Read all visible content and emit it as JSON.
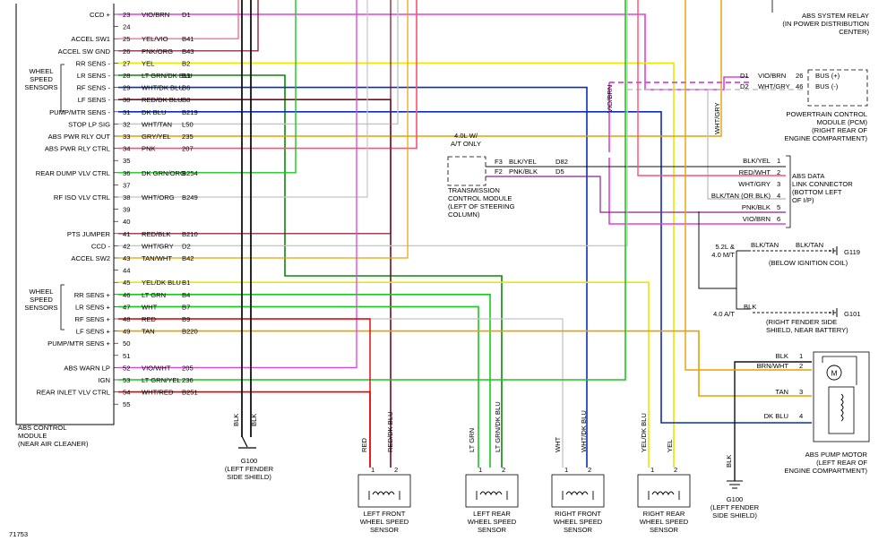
{
  "module": {
    "pins": [
      {
        "n": "23",
        "label": "CCD +",
        "wire": "VIO/BRN",
        "circuit": "D1"
      },
      {
        "n": "24",
        "label": "",
        "wire": "",
        "circuit": ""
      },
      {
        "n": "25",
        "label": "ACCEL SW1",
        "wire": "YEL/VIO",
        "circuit": "B41"
      },
      {
        "n": "26",
        "label": "ACCEL SW GND",
        "wire": "PNK/ORG",
        "circuit": "B43"
      },
      {
        "n": "27",
        "label": "RR SENS -",
        "wire": "YEL",
        "circuit": "B2"
      },
      {
        "n": "28",
        "label": "LR SENS -",
        "wire": "LT GRN/DK BLU",
        "circuit": "B3"
      },
      {
        "n": "29",
        "label": "RF SENS -",
        "wire": "WHT/DK BLU",
        "circuit": "B6"
      },
      {
        "n": "30",
        "label": "LF SENS -",
        "wire": "RED/DK BLU",
        "circuit": "B8"
      },
      {
        "n": "31",
        "label": "PUMP/MTR SENS -",
        "wire": "DK BLU",
        "circuit": "B219"
      },
      {
        "n": "32",
        "label": "STOP LP SIG",
        "wire": "WHT/TAN",
        "circuit": "L50"
      },
      {
        "n": "33",
        "label": "ABS PWR RLY OUT",
        "wire": "GRY/YEL",
        "circuit": "235"
      },
      {
        "n": "34",
        "label": "ABS PWR RLY CTRL",
        "wire": "PNK",
        "circuit": "207"
      },
      {
        "n": "35",
        "label": "",
        "wire": "",
        "circuit": ""
      },
      {
        "n": "36",
        "label": "REAR DUMP VLV CTRL",
        "wire": "DK GRN/ORG",
        "circuit": "B254"
      },
      {
        "n": "37",
        "label": "",
        "wire": "",
        "circuit": ""
      },
      {
        "n": "38",
        "label": "RF ISO VLV CTRL",
        "wire": "WHT/ORG",
        "circuit": "B249"
      },
      {
        "n": "39",
        "label": "",
        "wire": "",
        "circuit": ""
      },
      {
        "n": "40",
        "label": "",
        "wire": "",
        "circuit": ""
      },
      {
        "n": "41",
        "label": "PTS JUMPER",
        "wire": "RED/BLK",
        "circuit": "B210"
      },
      {
        "n": "42",
        "label": "CCD -",
        "wire": "WHT/GRY",
        "circuit": "D2"
      },
      {
        "n": "43",
        "label": "ACCEL SW2",
        "wire": "TAN/WHT",
        "circuit": "B42"
      },
      {
        "n": "44",
        "label": "",
        "wire": "",
        "circuit": ""
      },
      {
        "n": "45",
        "label": "",
        "wire": "YEL/DK BLU",
        "circuit": "B1"
      },
      {
        "n": "46",
        "label": "RR SENS +",
        "wire": "LT GRN",
        "circuit": "B4"
      },
      {
        "n": "47",
        "label": "LR SENS +",
        "wire": "WHT",
        "circuit": "B7"
      },
      {
        "n": "48",
        "label": "RF SENS +",
        "wire": "RED",
        "circuit": "B9"
      },
      {
        "n": "49",
        "label": "LF SENS +",
        "wire": "TAN",
        "circuit": "B220"
      },
      {
        "n": "50",
        "label": "PUMP/MTR SENS +",
        "wire": "",
        "circuit": ""
      },
      {
        "n": "51",
        "label": "",
        "wire": "",
        "circuit": ""
      },
      {
        "n": "52",
        "label": "ABS WARN LP",
        "wire": "VIO/WHT",
        "circuit": "205"
      },
      {
        "n": "53",
        "label": "IGN",
        "wire": "LT GRN/YEL",
        "circuit": "236"
      },
      {
        "n": "54",
        "label": "REAR INLET VLV CTRL",
        "wire": "WHT/RED",
        "circuit": "B251"
      },
      {
        "n": "55",
        "label": "",
        "wire": "",
        "circuit": ""
      }
    ],
    "wss_group_label": [
      "WHEEL",
      "SPEED",
      "SENSORS"
    ],
    "name": [
      "ABS CONTROL",
      "MODULE",
      "(NEAR AIR CLEANER)"
    ]
  },
  "ground_left": {
    "wire1": "BLK",
    "wire2": "BLK",
    "name": [
      "G100",
      "(LEFT FENDER",
      "SIDE SHIELD)"
    ]
  },
  "relay": {
    "title": [
      "ABS SYSTEM RELAY",
      "(IN POWER DISTRIBUTION",
      "CENTER)"
    ]
  },
  "pcm": {
    "rows": [
      {
        "circuit": "D1",
        "wire": "VIO/BRN",
        "pin": "26",
        "label": "BUS (+)"
      },
      {
        "circuit": "D2",
        "wire": "WHT/GRY",
        "pin": "46",
        "label": "BUS (-)"
      }
    ],
    "title": [
      "POWERTRAIN CONTROL",
      "MODULE (PCM)",
      "(RIGHT REAR OF",
      "ENGINE COMPARTMENT)"
    ]
  },
  "vertical_labels": {
    "vio_brn": "VIO/BRN",
    "wht_gry": "WHT/GRY"
  },
  "tcm": {
    "header": [
      "4.0L W/",
      "A/T ONLY"
    ],
    "rows": [
      {
        "pin": "F3",
        "wire": "BLK/YEL",
        "circuit": "D82"
      },
      {
        "pin": "F2",
        "wire": "PNK/BLK",
        "circuit": "D5"
      }
    ],
    "title": [
      "TRANSMISSION",
      "CONTROL MODULE",
      "(LEFT OF STEERING",
      "COLUMN)"
    ]
  },
  "dlc": {
    "rows": [
      {
        "wire": "BLK/YEL",
        "pin": "1"
      },
      {
        "wire": "RED/WHT",
        "pin": "2"
      },
      {
        "wire": "WHT/GRY",
        "pin": "3"
      },
      {
        "wire": "BLK/TAN (OR BLK)",
        "pin": "4"
      },
      {
        "wire": "PNK/BLK",
        "pin": "5"
      },
      {
        "wire": "VIO/BRN",
        "pin": "6"
      }
    ],
    "title": [
      "ABS DATA",
      "LINK CONNECTOR",
      "(BOTTOM LEFT",
      "OF I/P)"
    ]
  },
  "g119": {
    "cond": [
      "5.2L &",
      "4.0 M/T"
    ],
    "wire1": "BLK/TAN",
    "wire2": "BLK/TAN",
    "name": "G119",
    "loc": "(BELOW IGNITION COIL)"
  },
  "g101": {
    "cond": "4.0 A/T",
    "wire": "BLK",
    "name": "G101",
    "loc": [
      "(RIGHT FENDER SIDE",
      "SHIELD, NEAR BATTERY)"
    ]
  },
  "pump": {
    "rows": [
      {
        "wire": "BLK",
        "pin": "1"
      },
      {
        "wire": "BRN/WHT",
        "pin": "2"
      },
      {
        "wire": "TAN",
        "pin": "3"
      },
      {
        "wire": "DK BLU",
        "pin": "4"
      }
    ],
    "motor_label": "M",
    "title": [
      "ABS PUMP MOTOR",
      "(LEFT REAR OF",
      "ENGINE COMPARTMENT)"
    ]
  },
  "ground_right": {
    "wire": "BLK",
    "name": [
      "G100",
      "(LEFT FENDER",
      "SIDE SHIELD)"
    ]
  },
  "sensors": [
    {
      "w1": "RED",
      "w2": "RED/DK BLU",
      "p1": "1",
      "p2": "2",
      "name": [
        "LEFT FRONT",
        "WHEEL SPEED",
        "SENSOR"
      ]
    },
    {
      "w1": "LT GRN",
      "w2": "LT GRN/DK BLU",
      "p1": "1",
      "p2": "2",
      "name": [
        "LEFT REAR",
        "WHEEL SPEED",
        "SENSOR"
      ]
    },
    {
      "w1": "WHT",
      "w2": "WHT/DK BLU",
      "p1": "1",
      "p2": "2",
      "name": [
        "RIGHT FRONT",
        "WHEEL SPEED",
        "SENSOR"
      ]
    },
    {
      "w1": "YEL/DK BLU",
      "w2": "YEL",
      "p1": "1",
      "p2": "2",
      "name": [
        "RIGHT REAR",
        "WHEEL SPEED",
        "SENSOR"
      ]
    }
  ],
  "figure_id": "71753",
  "colors": {
    "vio": "#e040e0",
    "pnk": "#ff5070",
    "yel": "#e8e800",
    "ltgrn": "#19c81c",
    "dkgrn": "#0a8a0a",
    "dkblu": "#0a2eb8",
    "red": "#e00000",
    "blk": "#111111",
    "wht": "#c4c4c4",
    "tan": "#e8a000",
    "brn": "#7a0a1e",
    "vioDark": "#90208a"
  }
}
